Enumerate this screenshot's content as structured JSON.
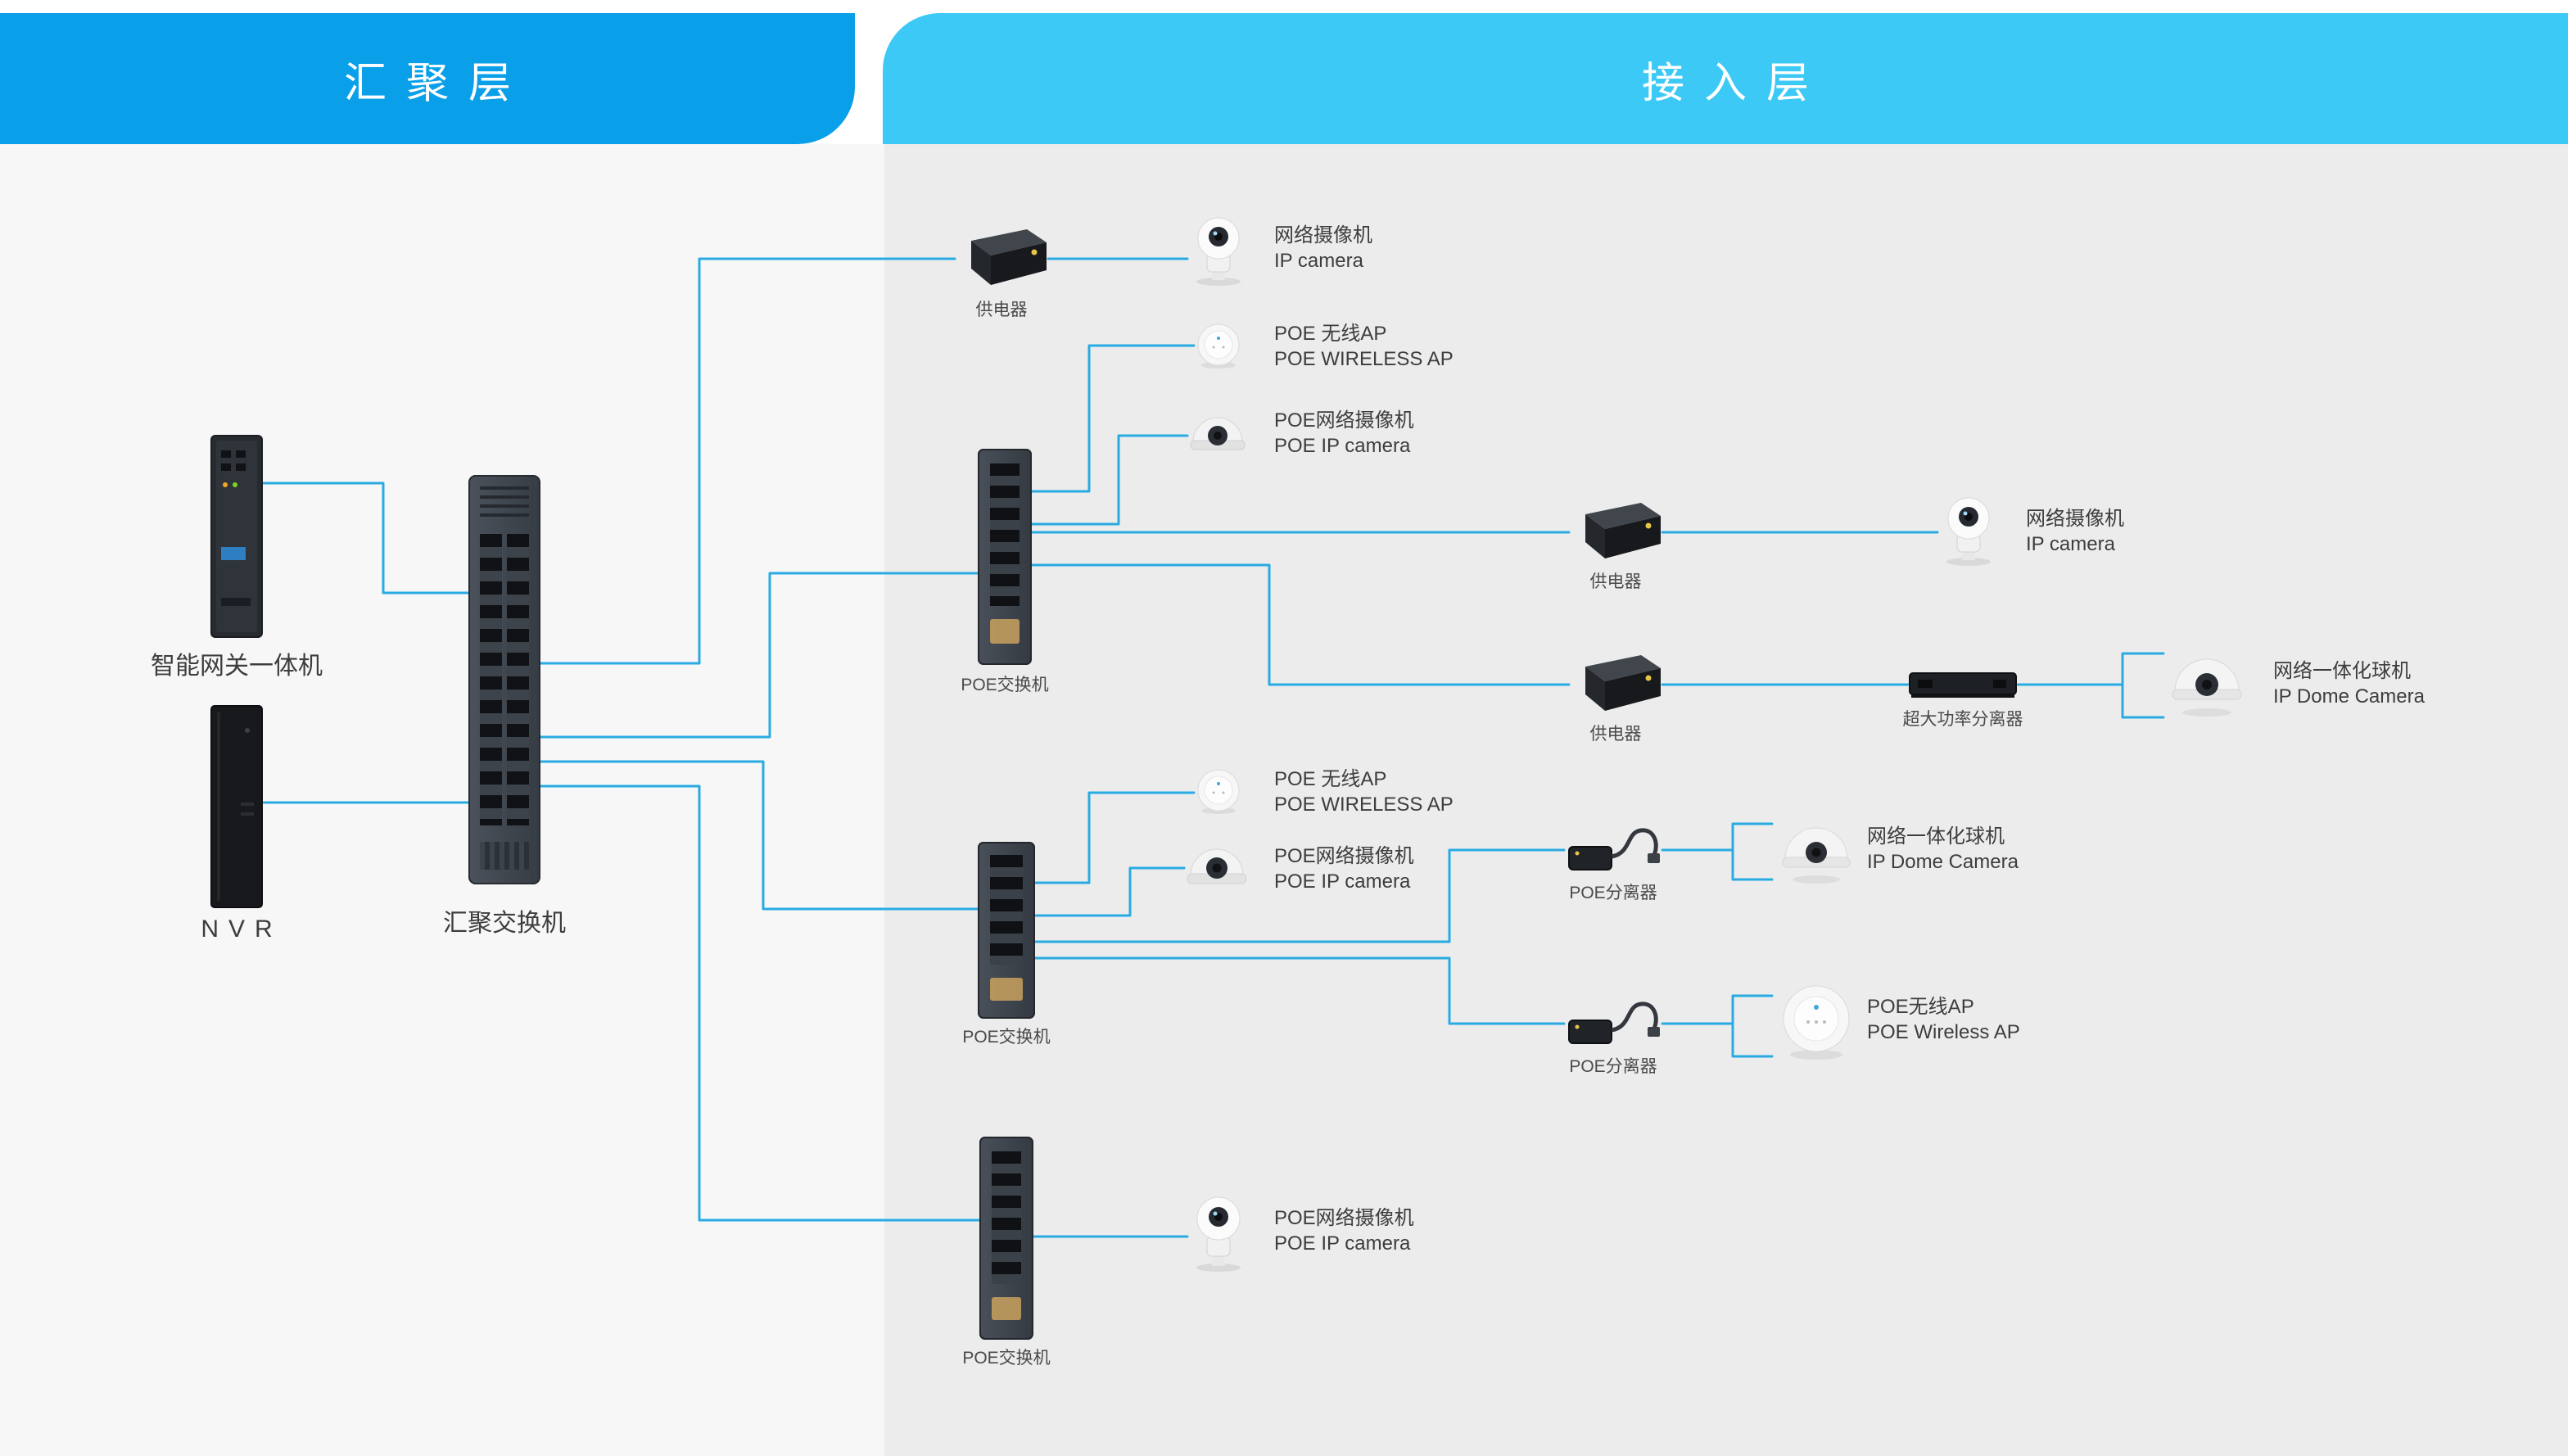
{
  "meta": {
    "line_color": "#29abe2",
    "header_left_color": "#0aa0e9",
    "header_right_color": "#3cc9f5",
    "panel_left_color": "#f7f7f8",
    "panel_right_color": "#ececed"
  },
  "headers": {
    "aggregation": "汇聚层",
    "access": "接入层"
  },
  "aggregation_layer": {
    "gateway": {
      "label": "智能网关一体机"
    },
    "nvr": {
      "label": "NVR"
    },
    "agg_switch": {
      "label": "汇聚交换机"
    }
  },
  "access_layer": {
    "injector_top": {
      "label": "供电器"
    },
    "camera_top": {
      "zh": "网络摄像机",
      "en": "IP camera"
    },
    "ap_1": {
      "zh": "POE 无线AP",
      "en": "POE WIRELESS AP"
    },
    "poe_camera_1": {
      "zh": "POE网络摄像机",
      "en": "POE IP camera"
    },
    "poe_switch_1": {
      "label": "POE交换机"
    },
    "injector_mid": {
      "label": "供电器"
    },
    "camera_mid": {
      "zh": "网络摄像机",
      "en": "IP camera"
    },
    "injector_low": {
      "label": "供电器"
    },
    "high_power_splitter": {
      "label": "超大功率分离器"
    },
    "dome_camera_1": {
      "zh": "网络一体化球机",
      "en": "IP Dome Camera"
    },
    "ap_2": {
      "zh": "POE 无线AP",
      "en": "POE WIRELESS AP"
    },
    "poe_camera_2": {
      "zh": "POE网络摄像机",
      "en": "POE IP camera"
    },
    "poe_switch_2": {
      "label": "POE交换机"
    },
    "poe_splitter_1": {
      "label": "POE分离器"
    },
    "dome_camera_2": {
      "zh": "网络一体化球机",
      "en": "IP Dome Camera"
    },
    "poe_splitter_2": {
      "label": "POE分离器"
    },
    "ap_3": {
      "zh": "POE无线AP",
      "en": "POE Wireless AP"
    },
    "poe_switch_3": {
      "label": "POE交换机"
    },
    "poe_camera_3": {
      "zh": "POE网络摄像机",
      "en": "POE IP camera"
    }
  },
  "connections": [
    {
      "from": "gateway",
      "to": "agg_switch"
    },
    {
      "from": "nvr",
      "to": "agg_switch"
    },
    {
      "from": "agg_switch",
      "to": "injector_top"
    },
    {
      "from": "injector_top",
      "to": "camera_top"
    },
    {
      "from": "agg_switch",
      "to": "poe_switch_1"
    },
    {
      "from": "agg_switch",
      "to": "poe_switch_2"
    },
    {
      "from": "agg_switch",
      "to": "poe_switch_3"
    },
    {
      "from": "poe_switch_1",
      "to": "ap_1"
    },
    {
      "from": "poe_switch_1",
      "to": "poe_camera_1"
    },
    {
      "from": "poe_switch_1",
      "to": "injector_mid"
    },
    {
      "from": "poe_switch_1",
      "to": "injector_low"
    },
    {
      "from": "injector_mid",
      "to": "camera_mid"
    },
    {
      "from": "injector_low",
      "to": "high_power_splitter"
    },
    {
      "from": "high_power_splitter",
      "to": "dome_camera_1"
    },
    {
      "from": "poe_switch_2",
      "to": "ap_2"
    },
    {
      "from": "poe_switch_2",
      "to": "poe_camera_2"
    },
    {
      "from": "poe_switch_2",
      "to": "poe_splitter_1"
    },
    {
      "from": "poe_switch_2",
      "to": "poe_splitter_2"
    },
    {
      "from": "poe_splitter_1",
      "to": "dome_camera_2"
    },
    {
      "from": "poe_splitter_2",
      "to": "ap_3"
    },
    {
      "from": "poe_switch_3",
      "to": "poe_camera_3"
    }
  ]
}
